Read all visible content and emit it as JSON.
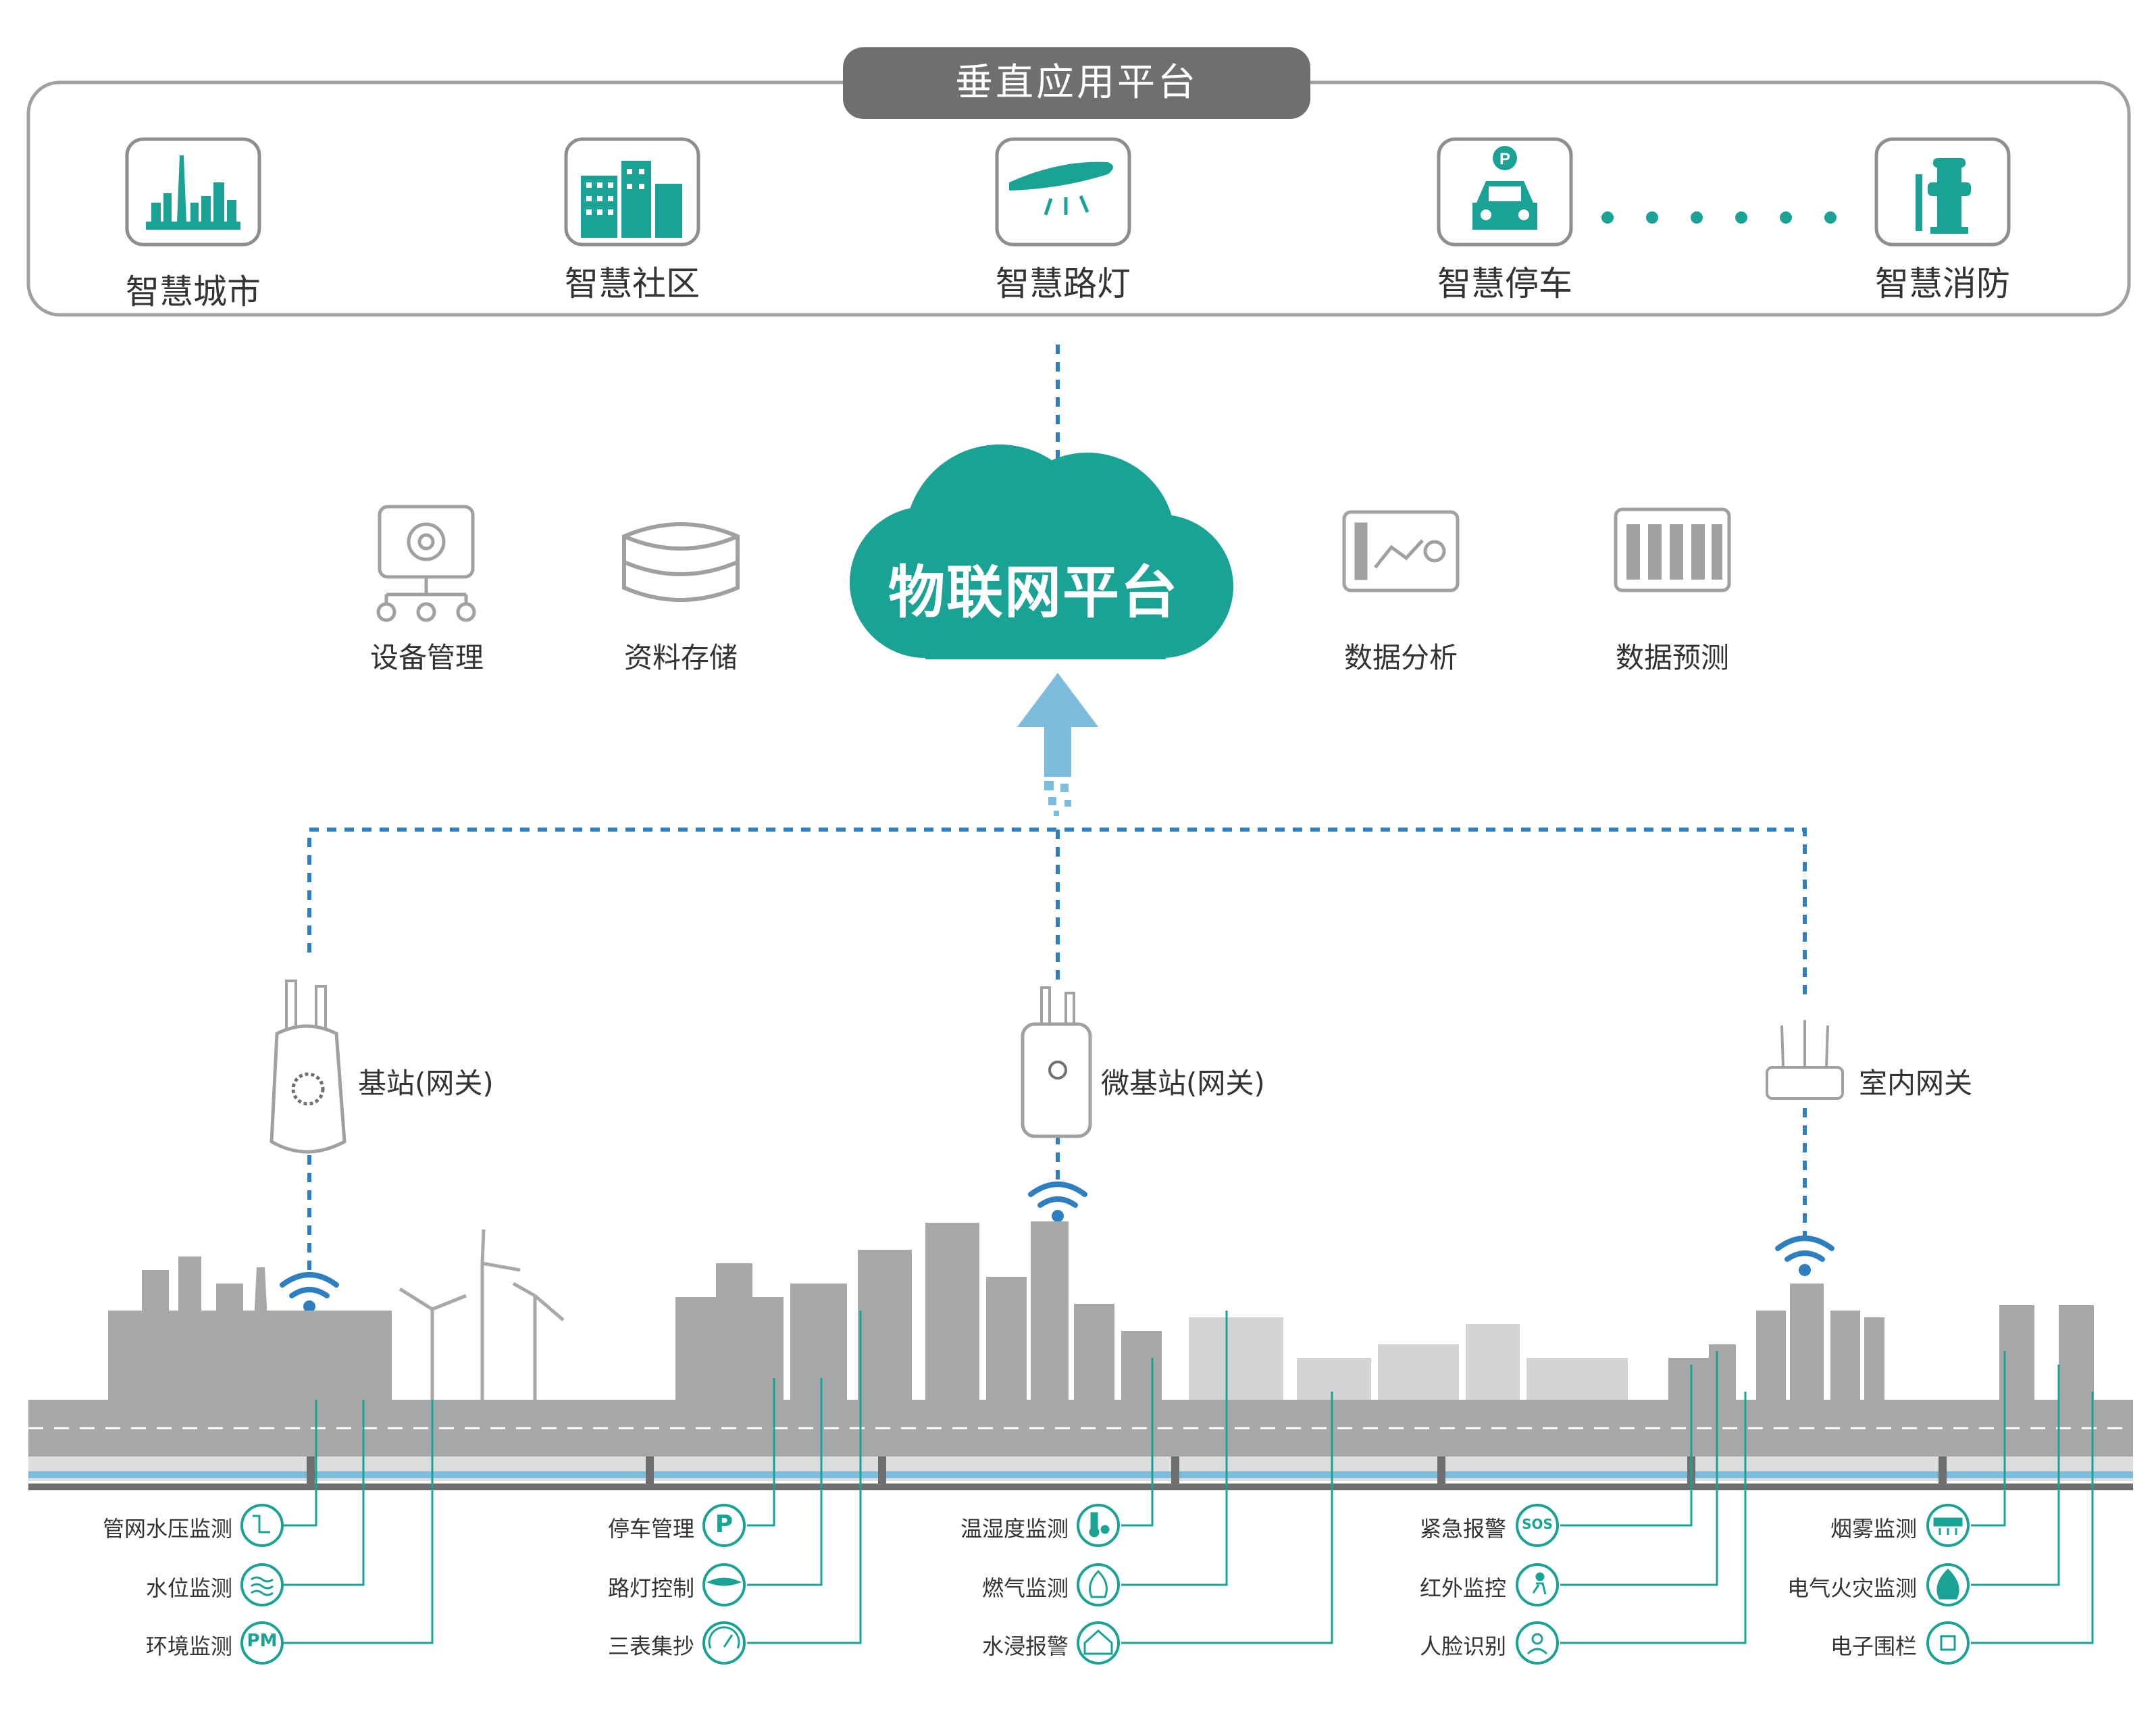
{
  "colors": {
    "teal": "#1aa395",
    "blue": "#2e7fbf",
    "gray": "#9fa0a0",
    "dark_gray": "#6f6f72"
  },
  "platform": {
    "title": "垂直应用平台"
  },
  "apps": [
    {
      "label": "智慧城市",
      "icon": "city-skyline-icon"
    },
    {
      "label": "智慧社区",
      "icon": "community-buildings-icon"
    },
    {
      "label": "智慧路灯",
      "icon": "street-light-icon"
    },
    {
      "label": "智慧停车",
      "icon": "parking-car-icon"
    },
    {
      "label": "智慧消防",
      "icon": "fire-hydrant-icon"
    }
  ],
  "cloud": {
    "label": "物联网平台"
  },
  "services": [
    {
      "label": "设备管理",
      "icon": "device-management-icon"
    },
    {
      "label": "资料存储",
      "icon": "database-icon"
    },
    {
      "label": "数据分析",
      "icon": "data-analysis-icon"
    },
    {
      "label": "数据预测",
      "icon": "data-prediction-icon"
    }
  ],
  "gateways": [
    {
      "label": "基站(网关)",
      "icon": "base-station-icon"
    },
    {
      "label": "微基站(网关)",
      "icon": "micro-base-station-icon"
    },
    {
      "label": "室内网关",
      "icon": "indoor-router-icon"
    }
  ],
  "sensor_groups": [
    [
      {
        "label": "管网水压监测",
        "icon": "pipe-pressure-icon"
      },
      {
        "label": "水位监测",
        "icon": "water-level-icon"
      },
      {
        "label": "环境监测",
        "icon": "pm-icon",
        "glyph": "PM"
      }
    ],
    [
      {
        "label": "停车管理",
        "icon": "parking-icon",
        "glyph": "P"
      },
      {
        "label": "路灯控制",
        "icon": "street-lamp-icon"
      },
      {
        "label": "三表集抄",
        "icon": "meter-gauge-icon"
      }
    ],
    [
      {
        "label": "温湿度监测",
        "icon": "thermometer-icon"
      },
      {
        "label": "燃气监测",
        "icon": "gas-flame-icon"
      },
      {
        "label": "水浸报警",
        "icon": "flood-alarm-icon"
      }
    ],
    [
      {
        "label": "紧急报警",
        "icon": "sos-icon",
        "glyph": "SOS"
      },
      {
        "label": "红外监控",
        "icon": "infrared-person-icon"
      },
      {
        "label": "人脸识别",
        "icon": "face-recognition-icon"
      }
    ],
    [
      {
        "label": "烟雾监测",
        "icon": "smoke-detector-icon"
      },
      {
        "label": "电气火灾监测",
        "icon": "electric-fire-icon"
      },
      {
        "label": "电子围栏",
        "icon": "e-fence-icon"
      }
    ]
  ]
}
